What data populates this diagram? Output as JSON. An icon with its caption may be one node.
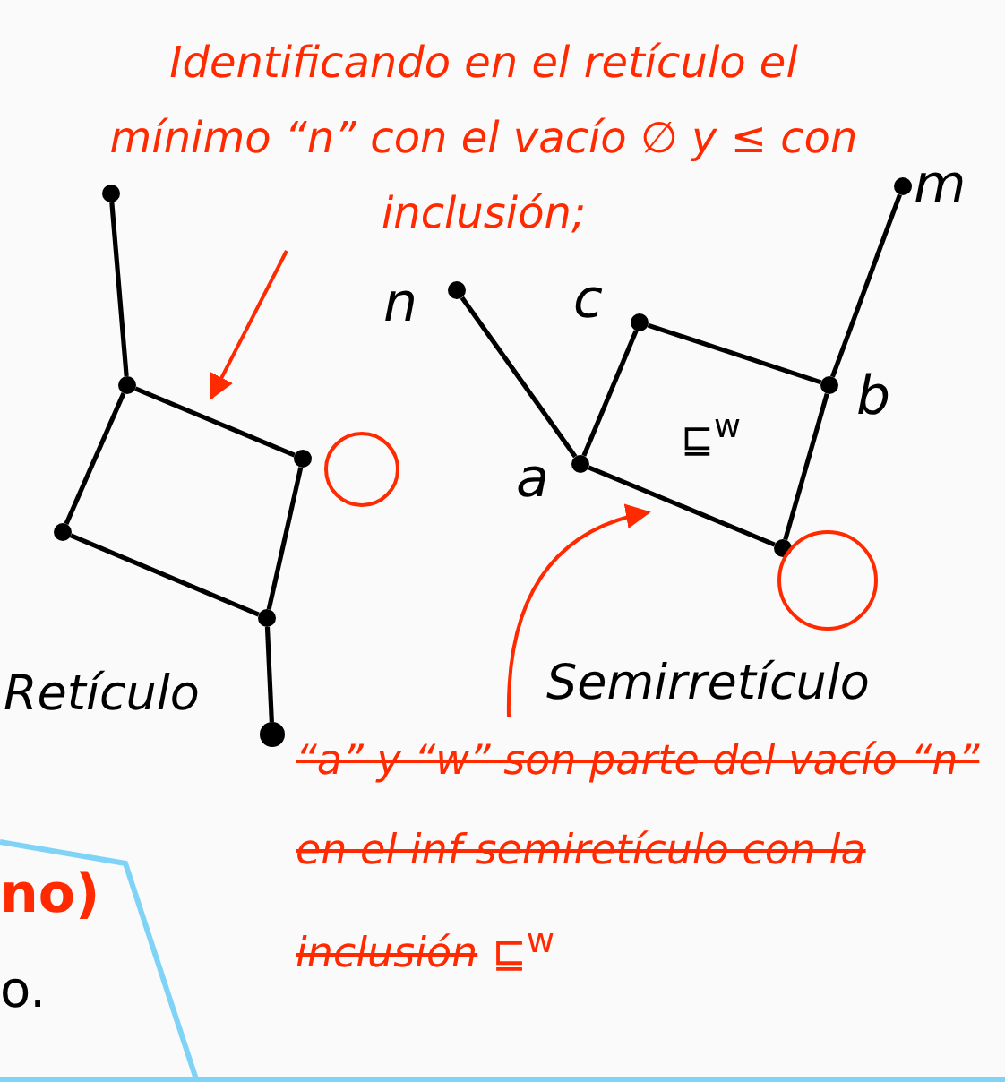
{
  "diagram": {
    "nodes": [
      {
        "text": [
          "Identificando en el retículo el mínimo “n” con el vacío ∅ y ≤ con inclusión;"
        ]
      },
      {
        "text": [],
        "shape": "circle"
      },
      {
        "text": [],
        "shape": "circle"
      },
      {
        "text": [],
        "shape": "circle"
      },
      {
        "text": [],
        "shape": "circle"
      },
      {
        "text": [],
        "shape": "circle"
      },
      {
        "text": [],
        "shape": "circle"
      },
      {
        "text": [],
        "shape": "circle"
      },
      {
        "text": [],
        "shape": "circle",
        "beside": [
          "n"
        ]
      },
      {
        "text": [],
        "shape": "circle",
        "beside": [
          "c"
        ]
      },
      {
        "text": [],
        "shape": "circle",
        "beside": [
          "m"
        ]
      },
      {
        "text": [],
        "shape": "circle",
        "beside": [
          "b"
        ]
      },
      {
        "text": [],
        "shape": "circle",
        "beside": [
          "a"
        ]
      },
      {
        "text": [],
        "shape": "circle"
      },
      {
        "text": [],
        "shape": "circle"
      },
      {
        "text": [
          "“a” y “w” son parte del vacío “n” en el inf semiretículo con la inclusión",
          "⊑$^{w}$"
        ]
      },
      {
        "text": [
          "no)",
          "o."
        ]
      }
    ],
    "edges": [
      {
        "from": 1,
        "to": 2,
        "arrow": "none"
      },
      {
        "from": 2,
        "to": 3,
        "arrow": "none"
      },
      {
        "from": 2,
        "to": 4,
        "arrow": "none"
      },
      {
        "from": 3,
        "to": 5,
        "arrow": "none"
      },
      {
        "from": 4,
        "to": 5,
        "arrow": "none"
      },
      {
        "from": 5,
        "to": 6,
        "arrow": "none"
      },
      {
        "from": 8,
        "to": 12,
        "arrow": "none"
      },
      {
        "from": 12,
        "to": 9,
        "arrow": "none"
      },
      {
        "from": 9,
        "to": 11,
        "arrow": "none"
      },
      {
        "from": 11,
        "to": 10,
        "arrow": "none"
      },
      {
        "from": 12,
        "to": 13,
        "arrow": "none"
      },
      {
        "from": 13,
        "to": 11,
        "arrow": "none"
      },
      {
        "from": 0,
        "to": null,
        "arrow": "to",
        "color": "#ff2a00"
      },
      {
        "from": 15,
        "to": null,
        "arrow": "to",
        "color": "#ff2a00"
      }
    ],
    "labels": [
      "⊑$^{w}$",
      "Retículo",
      "Semirretículo"
    ]
  }
}
